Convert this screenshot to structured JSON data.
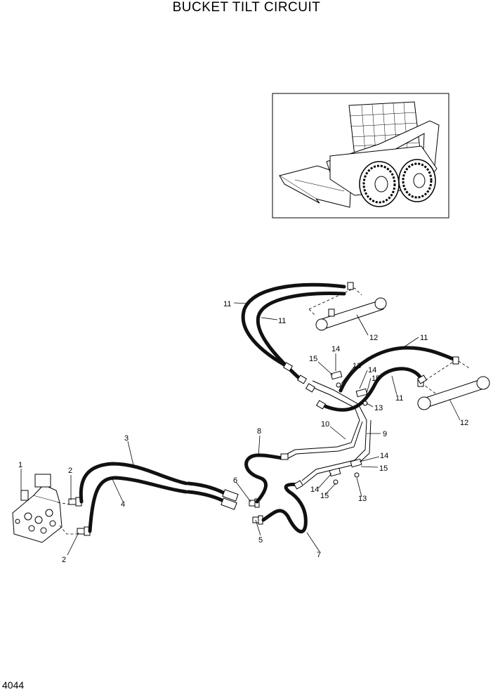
{
  "title": "BUCKET TILT CIRCUIT",
  "page_number": "4044",
  "callouts": {
    "c1": "1",
    "c2a": "2",
    "c2b": "2",
    "c3": "3",
    "c4": "4",
    "c5": "5",
    "c6": "6",
    "c7": "7",
    "c8": "8",
    "c9": "9",
    "c10": "10",
    "c11a": "11",
    "c11b": "11",
    "c11c": "11",
    "c11d": "11",
    "c12a": "12",
    "c12b": "12",
    "c13a": "13",
    "c13b": "13",
    "c13c": "13",
    "c14a": "14",
    "c14b": "14",
    "c14c": "14",
    "c14d": "14",
    "c15a": "15",
    "c15b": "15",
    "c15c": "15",
    "c15d": "15"
  }
}
